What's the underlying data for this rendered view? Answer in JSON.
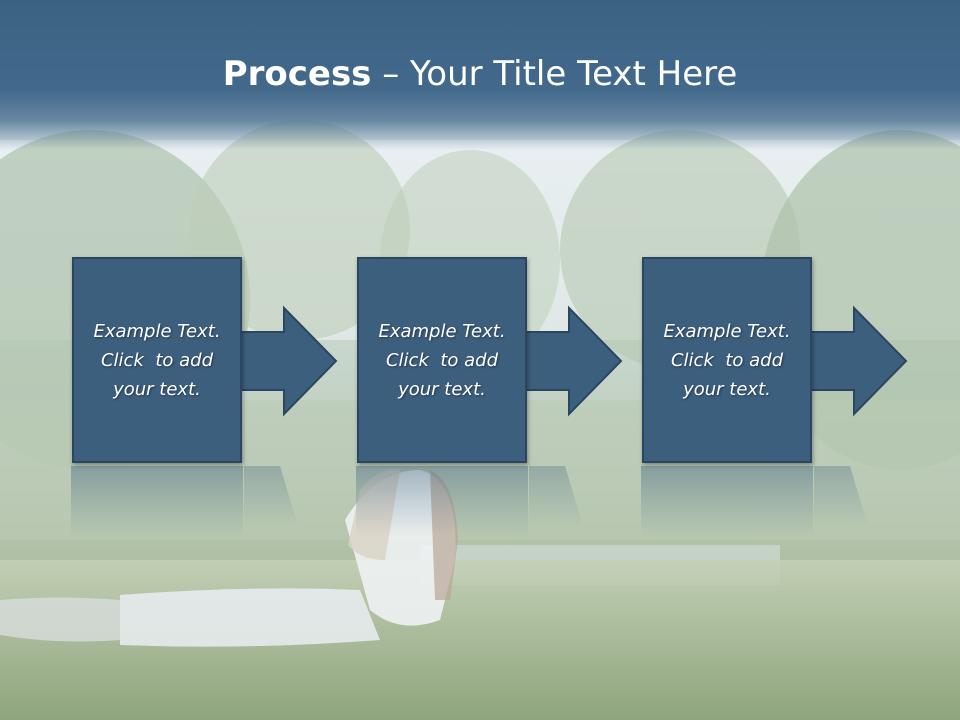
{
  "slide": {
    "title_bold": "Process",
    "title_rest": " – Your Title Text Here",
    "colors": {
      "title_bar": "#42698b",
      "box_fill": "#3d5f7e",
      "box_border": "#2a4661",
      "text": "#ffffff"
    }
  },
  "steps": [
    {
      "line1": "Example Text.",
      "line2": "Click  to add",
      "line3": "your text."
    },
    {
      "line1": "Example Text.",
      "line2": "Click  to add",
      "line3": "your text."
    },
    {
      "line1": "Example Text.",
      "line2": "Click  to add",
      "line3": "your text."
    }
  ]
}
